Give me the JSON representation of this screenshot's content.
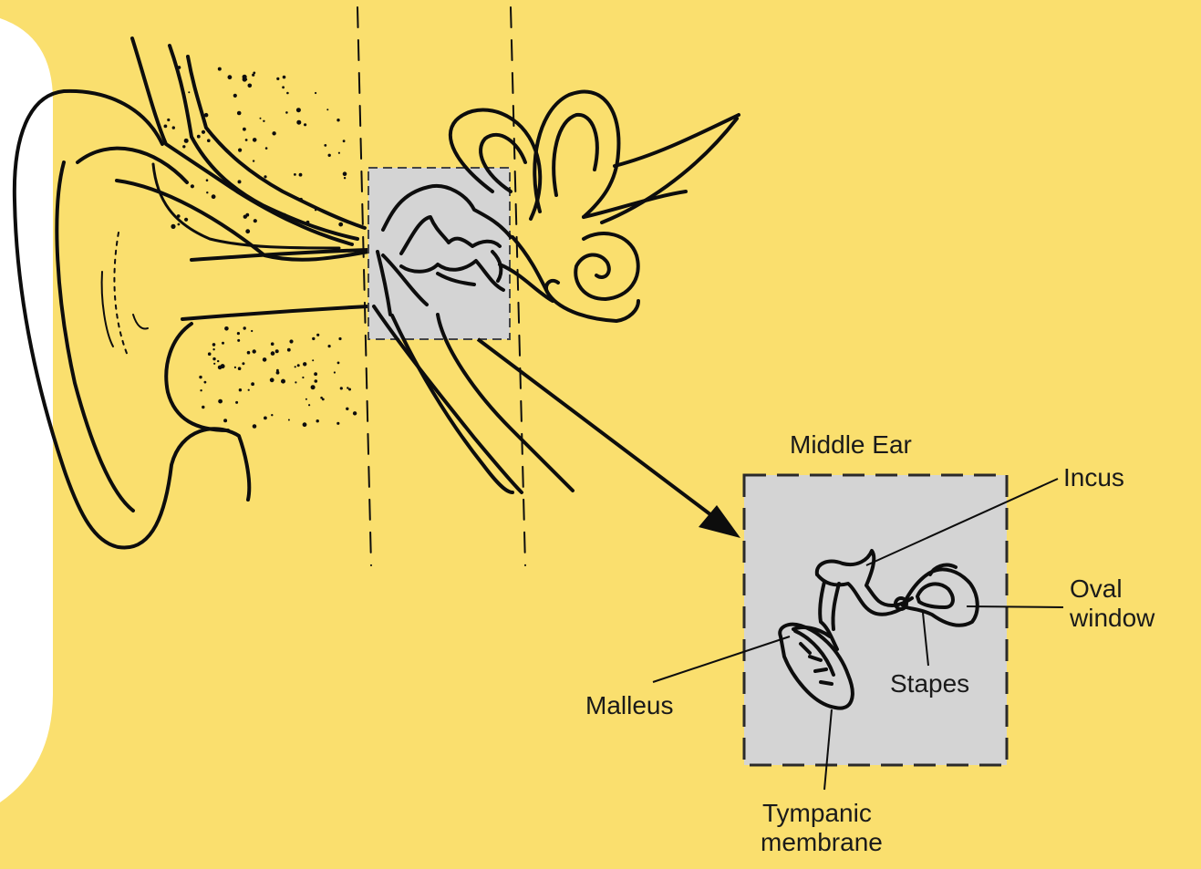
{
  "colors": {
    "background": "#fadf6e",
    "panel": "#ffffff",
    "box_fill": "#d4d4d4",
    "ink": "#0d0d0d"
  },
  "labels": {
    "middle_ear": "Middle Ear",
    "incus": "Incus",
    "oval_window_line1": "Oval",
    "oval_window_line2": "window",
    "stapes": "Stapes",
    "malleus": "Malleus",
    "tympanic_line1": "Tympanic",
    "tympanic_line2": "membrane"
  }
}
